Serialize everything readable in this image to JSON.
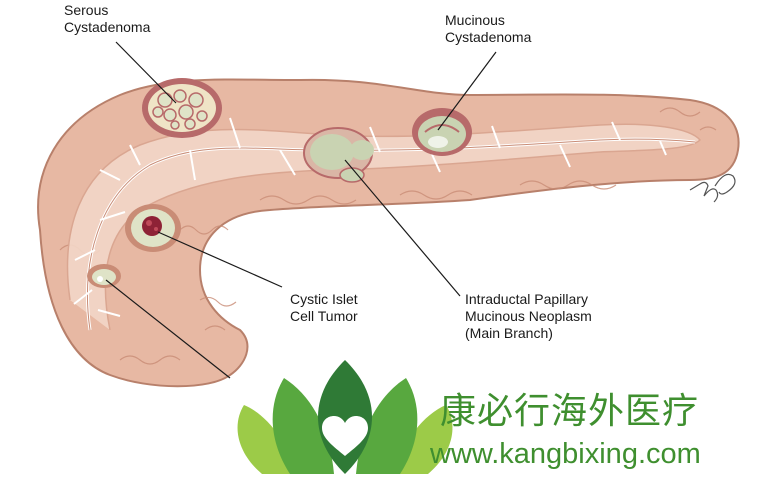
{
  "diagram": {
    "labels": {
      "serous": "Serous\nCystadenoma",
      "mucinous": "Mucinous\nCystadenoma",
      "islet": "Cystic Islet\nCell Tumor",
      "ipmn": "Intraductal Papillary\nMucinous Neoplasm\n(Main Branch)"
    },
    "colors": {
      "tissue": "#e7b8a3",
      "tissue_dark": "#c98c76",
      "duct": "#f5ded2",
      "cyst_wall": "#b76a6a",
      "cyst_fill": "#dfe3c7",
      "mucin_fill": "#c9d3b2",
      "tumor_red": "#8e2236"
    }
  },
  "watermark": {
    "chinese": "康必行海外医疗",
    "url": "www.kangbixing.com",
    "logo_icon": "lotus-heart-icon",
    "colors": {
      "dark_green": "#2f7a36",
      "mid_green": "#58a83f",
      "light_green": "#9ccb48",
      "heart": "#ffffff"
    }
  }
}
